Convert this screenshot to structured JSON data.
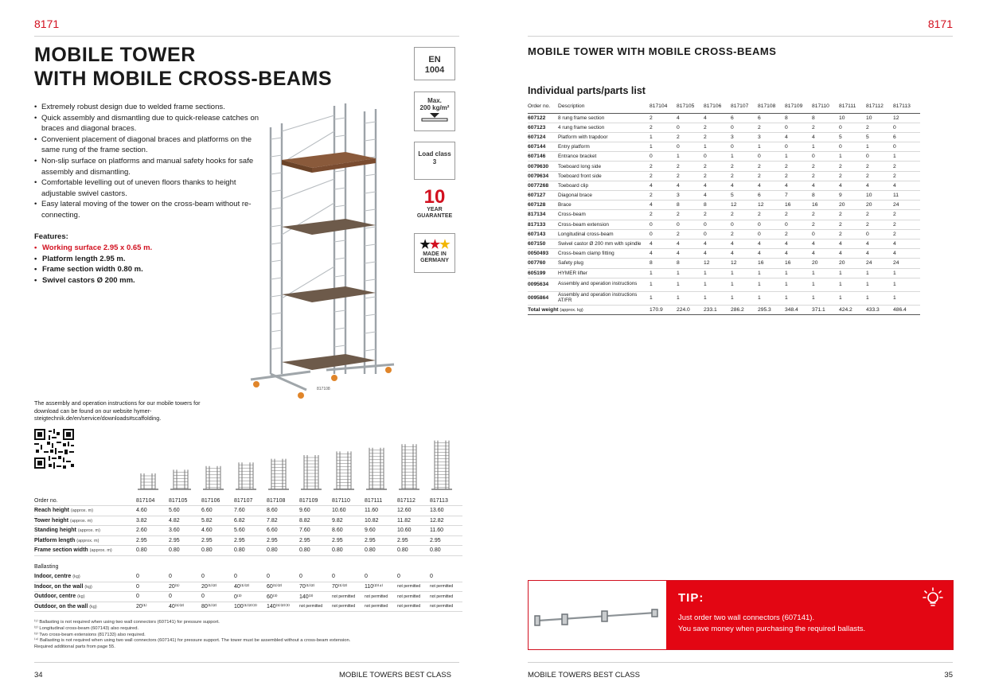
{
  "left": {
    "page_code": "8171",
    "title_line1": "MOBILE TOWER",
    "title_line2": "WITH MOBILE CROSS-BEAMS",
    "bullets": [
      "Extremely robust design due to welded frame sections.",
      "Quick assembly and dismantling due to quick-release catches on braces and diagonal braces.",
      "Convenient placement of diagonal braces and platforms on the same rung of the frame section.",
      "Non-slip surface on platforms and manual safety hooks for safe assembly and dismantling.",
      "Comfortable levelling out of uneven floors thanks to height adjustable swivel castors.",
      "Easy lateral moving of the tower on the cross-beam without re-connecting."
    ],
    "features_title": "Features:",
    "features": [
      "Working surface 2.95 x 0.65 m.",
      "Platform length 2.95 m.",
      "Frame section width 0.80 m.",
      "Swivel castors Ø 200 mm."
    ],
    "badges": {
      "en_line1": "EN",
      "en_line2": "1004",
      "max_line1": "Max.",
      "max_line2": "200 kg/m²",
      "load_line1": "Load class",
      "load_line2": "3",
      "guarantee_num": "10",
      "guarantee_l1": "YEAR",
      "guarantee_l2": "GUARANTEE",
      "made_l1": "MADE IN",
      "made_l2": "GERMANY"
    },
    "tower_caption": "817108",
    "instructions": "The assembly and operation instructions for our mobile towers for download can be found on our website hymer-steigtechnik.de/en/service/downloads#scaffolding.",
    "spec_headers": {
      "order_no": "Order no.",
      "reach": "Reach height",
      "tower": "Tower height",
      "standing": "Standing height",
      "platform": "Platform length",
      "frame": "Frame section width",
      "approx_m": "(approx. m)",
      "ballasting": "Ballasting",
      "ind_centre": "Indoor, centre",
      "ind_wall": "Indoor, on the wall",
      "out_centre": "Outdoor, centre",
      "out_wall": "Outdoor, on the wall",
      "kg": "(kg)"
    },
    "spec_orders": [
      "817104",
      "817105",
      "817106",
      "817107",
      "817108",
      "817109",
      "817110",
      "817111",
      "817112",
      "817113"
    ],
    "reach": [
      "4.60",
      "5.60",
      "6.60",
      "7.60",
      "8.60",
      "9.60",
      "10.60",
      "11.60",
      "12.60",
      "13.60"
    ],
    "tower": [
      "3.82",
      "4.82",
      "5.82",
      "6.82",
      "7.82",
      "8.82",
      "9.82",
      "10.82",
      "11.82",
      "12.82"
    ],
    "standing": [
      "2.60",
      "3.60",
      "4.60",
      "5.60",
      "6.60",
      "7.60",
      "8.60",
      "9.60",
      "10.60",
      "11.60"
    ],
    "platform": [
      "2.95",
      "2.95",
      "2.95",
      "2.95",
      "2.95",
      "2.95",
      "2.95",
      "2.95",
      "2.95",
      "2.95"
    ],
    "frame": [
      "0.80",
      "0.80",
      "0.80",
      "0.80",
      "0.80",
      "0.80",
      "0.80",
      "0.80",
      "0.80",
      "0.80"
    ],
    "ind_centre": [
      "0",
      "0",
      "0",
      "0",
      "0",
      "0",
      "0",
      "0",
      "0",
      "0"
    ],
    "ind_wall": [
      "0",
      "20⁽¹⁾",
      "20⁽¹⁾⁽²⁾",
      "40⁽¹⁾⁽²⁾",
      "60⁽¹⁾⁽²⁾",
      "70⁽¹⁾⁽²⁾",
      "70⁽¹⁾⁽²⁾",
      "110⁽²⁾⁽⁴⁾",
      "not permitted",
      "not permitted"
    ],
    "out_centre": [
      "0",
      "0",
      "0",
      "0⁽³⁾",
      "60⁽³⁾",
      "140⁽³⁾",
      "not permitted",
      "not permitted",
      "not permitted",
      "not permitted"
    ],
    "out_wall": [
      "20⁽¹⁾",
      "40⁽¹⁾⁽²⁾",
      "80⁽¹⁾⁽²⁾",
      "100⁽¹⁾⁽²⁾⁽³⁾",
      "140⁽¹⁾⁽²⁾⁽³⁾",
      "not permitted",
      "not permitted",
      "not permitted",
      "not permitted",
      "not permitted"
    ],
    "notes": [
      "⁽¹⁾ Ballasting is not required when using two wall connectors (607141) for pressure support.",
      "⁽²⁾ Longitudinal cross-beam (607143) also required.",
      "⁽³⁾ Two cross-beam extensions (817133) also required.",
      "⁽⁴⁾ Ballasting is not required when using two wall connectors (607141) for pressure support. The tower must be assembled without a cross-beam extension.",
      "Required additional parts from page 55."
    ],
    "footer_page": "34",
    "footer_title": "MOBILE TOWERS BEST CLASS"
  },
  "right": {
    "page_code": "8171",
    "title": "MOBILE TOWER WITH MOBILE CROSS-BEAMS",
    "subtitle": "Individual parts/parts list",
    "parts_headers": [
      "Order no.",
      "Description",
      "817104",
      "817105",
      "817106",
      "817107",
      "817108",
      "817109",
      "817110",
      "817111",
      "817112",
      "817113"
    ],
    "parts": [
      {
        "no": "607122",
        "desc": "8 rung frame section",
        "q": [
          "2",
          "4",
          "4",
          "6",
          "6",
          "8",
          "8",
          "10",
          "10",
          "12"
        ]
      },
      {
        "no": "607123",
        "desc": "4 rung frame section",
        "q": [
          "2",
          "0",
          "2",
          "0",
          "2",
          "0",
          "2",
          "0",
          "2",
          "0"
        ]
      },
      {
        "no": "607124",
        "desc": "Platform with trapdoor",
        "q": [
          "1",
          "2",
          "2",
          "3",
          "3",
          "4",
          "4",
          "5",
          "5",
          "6"
        ]
      },
      {
        "no": "607144",
        "desc": "Entry platform",
        "q": [
          "1",
          "0",
          "1",
          "0",
          "1",
          "0",
          "1",
          "0",
          "1",
          "0"
        ]
      },
      {
        "no": "607146",
        "desc": "Entrance bracket",
        "q": [
          "0",
          "1",
          "0",
          "1",
          "0",
          "1",
          "0",
          "1",
          "0",
          "1"
        ]
      },
      {
        "no": "0079630",
        "desc": "Toeboard long side",
        "q": [
          "2",
          "2",
          "2",
          "2",
          "2",
          "2",
          "2",
          "2",
          "2",
          "2"
        ]
      },
      {
        "no": "0079634",
        "desc": "Toeboard front side",
        "q": [
          "2",
          "2",
          "2",
          "2",
          "2",
          "2",
          "2",
          "2",
          "2",
          "2"
        ]
      },
      {
        "no": "0077268",
        "desc": "Toeboard clip",
        "q": [
          "4",
          "4",
          "4",
          "4",
          "4",
          "4",
          "4",
          "4",
          "4",
          "4"
        ]
      },
      {
        "no": "607127",
        "desc": "Diagonal brace",
        "q": [
          "2",
          "3",
          "4",
          "5",
          "6",
          "7",
          "8",
          "9",
          "10",
          "11"
        ]
      },
      {
        "no": "607128",
        "desc": "Brace",
        "q": [
          "4",
          "8",
          "8",
          "12",
          "12",
          "16",
          "16",
          "20",
          "20",
          "24"
        ]
      },
      {
        "no": "817134",
        "desc": "Cross-beam",
        "q": [
          "2",
          "2",
          "2",
          "2",
          "2",
          "2",
          "2",
          "2",
          "2",
          "2"
        ]
      },
      {
        "no": "817133",
        "desc": "Cross-beam extension",
        "q": [
          "0",
          "0",
          "0",
          "0",
          "0",
          "0",
          "2",
          "2",
          "2",
          "2"
        ]
      },
      {
        "no": "607143",
        "desc": "Longitudinal cross-beam",
        "q": [
          "0",
          "2",
          "0",
          "2",
          "0",
          "2",
          "0",
          "2",
          "0",
          "2"
        ]
      },
      {
        "no": "607150",
        "desc": "Swivel castor Ø 200 mm with spindle",
        "q": [
          "4",
          "4",
          "4",
          "4",
          "4",
          "4",
          "4",
          "4",
          "4",
          "4"
        ]
      },
      {
        "no": "0050493",
        "desc": "Cross-beam clamp fitting",
        "q": [
          "4",
          "4",
          "4",
          "4",
          "4",
          "4",
          "4",
          "4",
          "4",
          "4"
        ]
      },
      {
        "no": "007760",
        "desc": "Safety plug",
        "q": [
          "8",
          "8",
          "12",
          "12",
          "16",
          "16",
          "20",
          "20",
          "24",
          "24"
        ]
      },
      {
        "no": "605199",
        "desc": "HYMER lifter",
        "q": [
          "1",
          "1",
          "1",
          "1",
          "1",
          "1",
          "1",
          "1",
          "1",
          "1"
        ]
      },
      {
        "no": "0095634",
        "desc": "Assembly and operation instructions",
        "q": [
          "1",
          "1",
          "1",
          "1",
          "1",
          "1",
          "1",
          "1",
          "1",
          "1"
        ]
      },
      {
        "no": "0095864",
        "desc": "Assembly and operation instructions AT/FR",
        "q": [
          "1",
          "1",
          "1",
          "1",
          "1",
          "1",
          "1",
          "1",
          "1",
          "1"
        ]
      }
    ],
    "total_label": "Total weight",
    "total_unit": "(approx. kg)",
    "total": [
      "170.9",
      "224.0",
      "233.1",
      "286.2",
      "295.3",
      "348.4",
      "371.1",
      "424.2",
      "433.3",
      "486.4"
    ],
    "tip_title": "TIP:",
    "tip_line1": "Just order two wall connectors (607141).",
    "tip_line2": "You save money when purchasing the required ballasts.",
    "footer_title": "MOBILE TOWERS BEST CLASS",
    "footer_page": "35"
  }
}
